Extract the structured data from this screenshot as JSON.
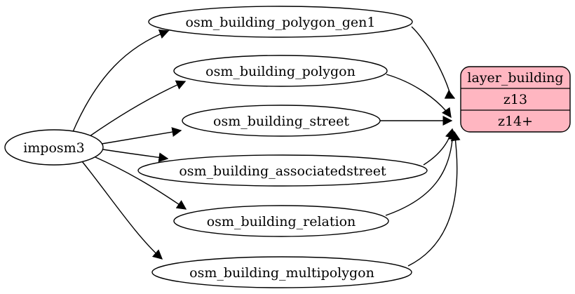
{
  "diagram": {
    "source_node": {
      "label": "imposm3"
    },
    "table_nodes": [
      {
        "label": "osm_building_polygon_gen1"
      },
      {
        "label": "osm_building_polygon"
      },
      {
        "label": "osm_building_street"
      },
      {
        "label": "osm_building_associatedstreet"
      },
      {
        "label": "osm_building_relation"
      },
      {
        "label": "osm_building_multipolygon"
      }
    ],
    "layer_node": {
      "title": "layer_building",
      "rows": [
        {
          "label": "z13"
        },
        {
          "label": "z14+"
        }
      ],
      "fill_color": "#FFB6C1",
      "stroke_color": "#000000"
    },
    "edges": [
      {
        "from": "imposm3",
        "to": "osm_building_polygon_gen1"
      },
      {
        "from": "imposm3",
        "to": "osm_building_polygon"
      },
      {
        "from": "imposm3",
        "to": "osm_building_street"
      },
      {
        "from": "imposm3",
        "to": "osm_building_associatedstreet"
      },
      {
        "from": "imposm3",
        "to": "osm_building_relation"
      },
      {
        "from": "imposm3",
        "to": "osm_building_multipolygon"
      },
      {
        "from": "osm_building_polygon_gen1",
        "to": "layer_building.z13"
      },
      {
        "from": "osm_building_polygon",
        "to": "layer_building.z14+"
      },
      {
        "from": "osm_building_street",
        "to": "layer_building.z14+"
      },
      {
        "from": "osm_building_associatedstreet",
        "to": "layer_building.z14+"
      },
      {
        "from": "osm_building_relation",
        "to": "layer_building.z14+"
      },
      {
        "from": "osm_building_multipolygon",
        "to": "layer_building.z14+"
      }
    ]
  }
}
